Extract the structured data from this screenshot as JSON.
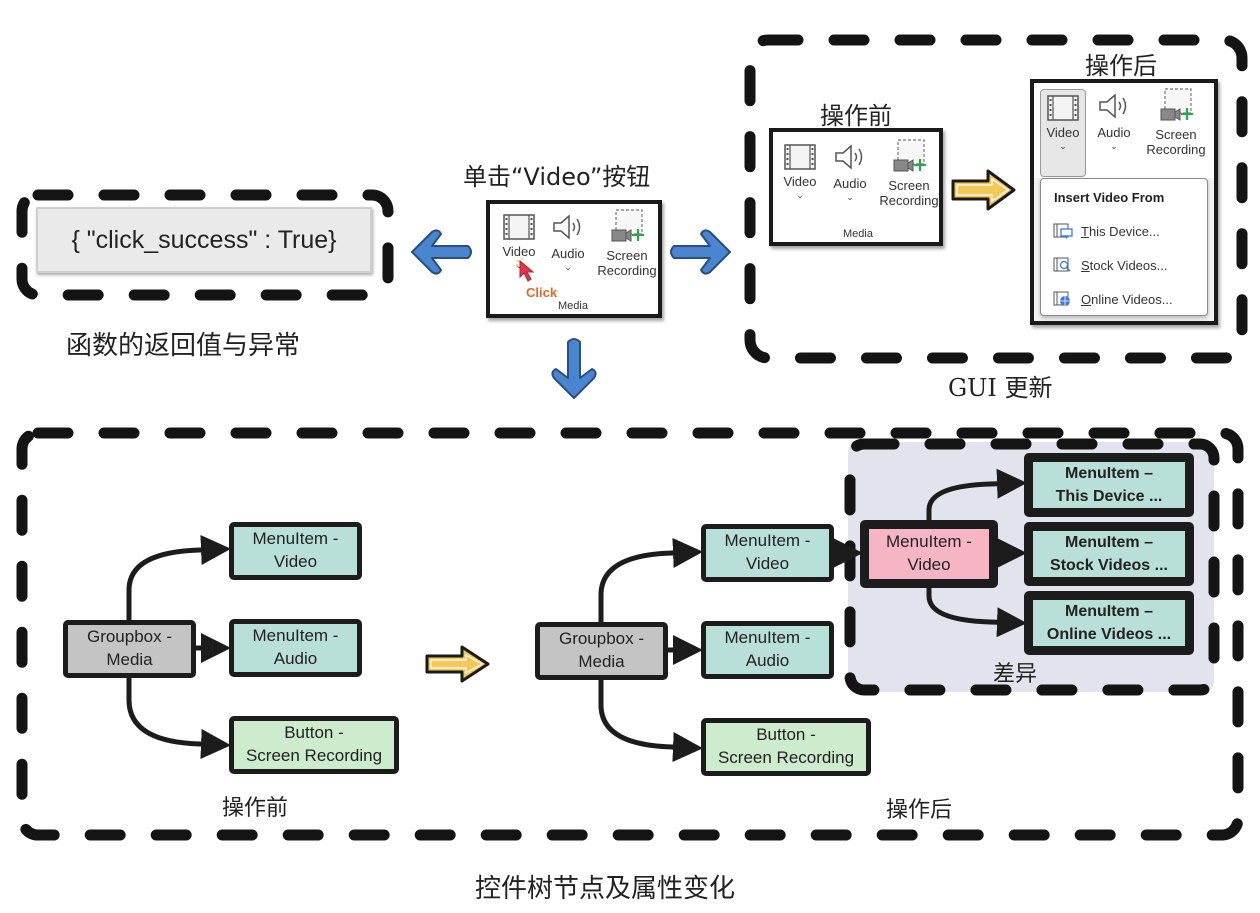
{
  "return_section": {
    "value_text": "{ \"click_success\" : True}",
    "caption": "函数的返回值与异常"
  },
  "center_section": {
    "title": "单击“Video”按钮",
    "ribbon": {
      "items": [
        {
          "label": "Video",
          "icon": "film-icon",
          "has_dropdown": true
        },
        {
          "label": "Audio",
          "icon": "speaker-icon",
          "has_dropdown": true
        },
        {
          "label": "Screen\nRecording",
          "label_line1": "Screen",
          "label_line2": "Recording",
          "icon": "screen-recording-icon",
          "has_dropdown": false
        }
      ],
      "group_label": "Media",
      "click_annotation": "Click"
    }
  },
  "gui_section": {
    "caption": "GUI 更新",
    "before": {
      "title": "操作前",
      "items": [
        {
          "label": "Video"
        },
        {
          "label": "Audio"
        },
        {
          "label_line1": "Screen",
          "label_line2": "Recording"
        }
      ],
      "group_label": "Media"
    },
    "after": {
      "title": "操作后",
      "items": [
        {
          "label": "Video",
          "selected": true
        },
        {
          "label": "Audio"
        },
        {
          "label_line1": "Screen",
          "label_line2": "Recording"
        }
      ],
      "dropdown": {
        "title": "Insert Video From",
        "items": [
          {
            "accel": "T",
            "rest": "his Device...",
            "icon": "device-video-icon"
          },
          {
            "accel": "S",
            "rest": "tock Videos...",
            "icon": "stock-video-icon"
          },
          {
            "accel": "O",
            "rest": "nline Videos...",
            "icon": "online-video-icon"
          }
        ]
      }
    }
  },
  "tree_section": {
    "caption": "控件树节点及属性变化",
    "before": {
      "label": "操作前",
      "root": {
        "line1": "Groupbox -",
        "line2": "Media"
      },
      "children": [
        {
          "line1": "MenuItem -",
          "line2": "Video"
        },
        {
          "line1": "MenuItem -",
          "line2": "Audio"
        },
        {
          "line1": "Button  -",
          "line2": "Screen Recording"
        }
      ]
    },
    "after": {
      "label": "操作后",
      "root": {
        "line1": "Groupbox -",
        "line2": "Media"
      },
      "children": [
        {
          "line1": "MenuItem -",
          "line2": "Video"
        },
        {
          "line1": "MenuItem -",
          "line2": "Audio"
        },
        {
          "line1": "Button  -",
          "line2": "Screen Recording"
        }
      ],
      "diff": {
        "label": "差异",
        "changed_node": {
          "line1": "MenuItem -",
          "line2": "Video"
        },
        "new_children": [
          {
            "line1": "MenuItem  –",
            "line2": "This Device ..."
          },
          {
            "line1": "MenuItem  –",
            "line2": "Stock Videos ..."
          },
          {
            "line1": "MenuItem  –",
            "line2": "Online Videos ..."
          }
        ]
      }
    }
  },
  "colors": {
    "arrow_blue": "#4a86cf",
    "arrow_yellow": "#f0c95a",
    "node_gray": "#c4c4c4",
    "node_teal": "#b9dfd9",
    "node_green": "#cdebcd",
    "node_pink": "#f6b5c4",
    "diff_bg": "#e3e3ee",
    "plus_green": "#2ea44f",
    "click_orange": "#e06a2c",
    "cursor_red": "#e03848"
  }
}
